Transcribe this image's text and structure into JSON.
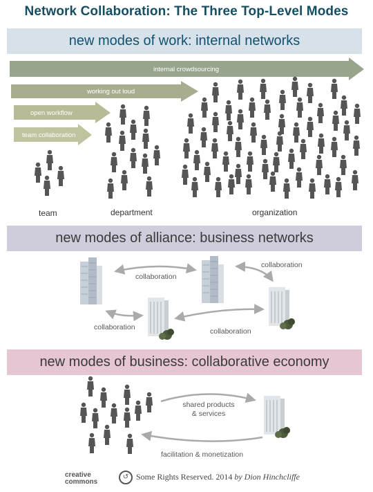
{
  "title": "Network Collaboration: The Three Top-Level Modes",
  "sections": {
    "work": {
      "heading": "new modes of work: internal networks",
      "arrows": [
        "internal crowdsourcing",
        "working out loud",
        "open workflow",
        "team collaboration"
      ],
      "groups": [
        "team",
        "department",
        "organization"
      ]
    },
    "alliance": {
      "heading": "new modes of alliance: business networks",
      "links": [
        "collaboration",
        "collaboration",
        "collaboration",
        "collaboration"
      ]
    },
    "business": {
      "heading": "new modes of business: collaborative economy",
      "flow_top": "shared products & services",
      "flow_top_line1": "shared products",
      "flow_top_line2": "& services",
      "flow_bottom": "facilitation & monetization"
    }
  },
  "footer": {
    "cc_line1": "creative",
    "cc_line2": "commons",
    "rights": "Some Rights Reserved. 2014",
    "by": "by Dion Hinchcliffe"
  },
  "colors": {
    "title": "#154e63",
    "work_band": "#d6e1ea",
    "alliance_band": "#cfccdc",
    "business_band": "#e6c6d3",
    "arrow_dark": "#97a38a",
    "arrow_light": "#b8bb95",
    "people": "#555555"
  }
}
